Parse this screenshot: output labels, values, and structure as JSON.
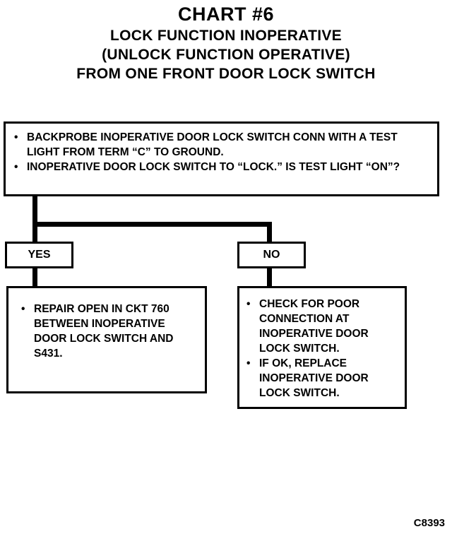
{
  "header": {
    "title": "CHART #6",
    "subtitle_lines": [
      "LOCK FUNCTION INOPERATIVE",
      "(UNLOCK FUNCTION OPERATIVE)",
      "FROM ONE FRONT DOOR LOCK SWITCH"
    ]
  },
  "question": {
    "items": [
      "BACKPROBE INOPERATIVE DOOR LOCK SWITCH CONN WITH A TEST LIGHT FROM TERM “C” TO GROUND.",
      "INOPERATIVE DOOR LOCK SWITCH TO “LOCK.” IS TEST LIGHT “ON”?"
    ]
  },
  "branches": {
    "yes": {
      "label": "YES",
      "items": [
        "REPAIR OPEN IN CKT 760 BETWEEN INOPERATIVE DOOR LOCK SWITCH AND S431."
      ]
    },
    "no": {
      "label": "NO",
      "items": [
        "CHECK FOR POOR CONNECTION AT INOPERATIVE DOOR LOCK SWITCH.",
        "IF OK, REPLACE INOPERATIVE DOOR LOCK SWITCH."
      ]
    }
  },
  "figure_code": "C8393"
}
